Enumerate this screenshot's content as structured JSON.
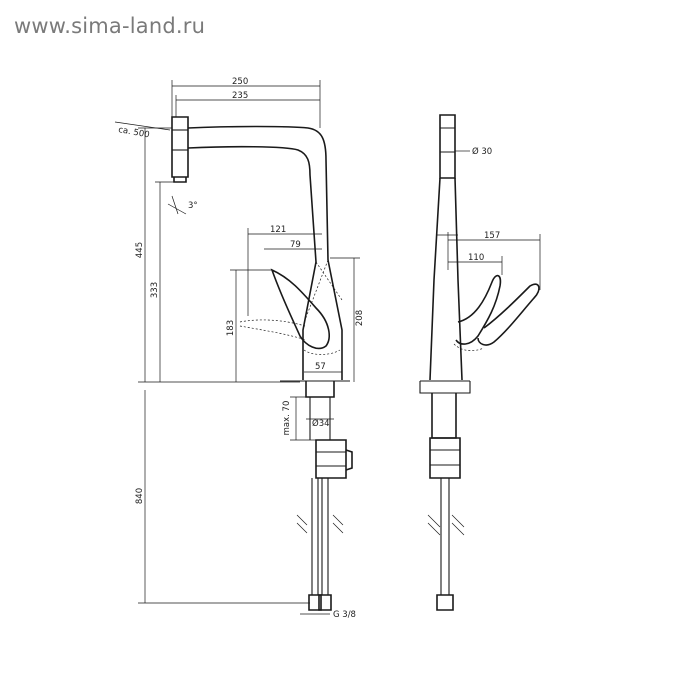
{
  "watermark": "www.sima-land.ru",
  "dimensions": {
    "d250": "250",
    "d235": "235",
    "ca500": "ca. 500",
    "angle3": "3°",
    "d445": "445",
    "d333": "333",
    "d121": "121",
    "d79": "79",
    "d183": "183",
    "d208": "208",
    "d57": "57",
    "max70": "max. 70",
    "dia34": "Ø34",
    "d840": "840",
    "g38": "G 3/8",
    "dia30": "Ø 30",
    "d157": "157",
    "d110": "110"
  }
}
